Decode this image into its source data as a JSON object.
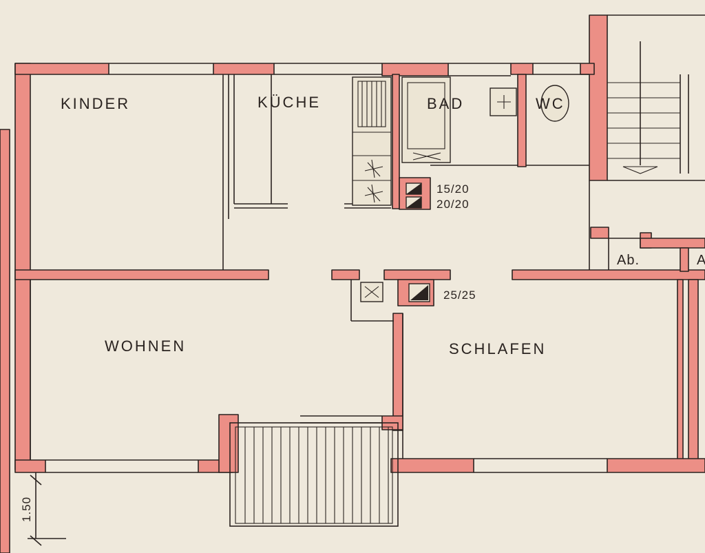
{
  "rooms": {
    "kinder": "KINDER",
    "kueche": "KÜCHE",
    "bad": "BAD",
    "wc": "WC",
    "wohnen": "WOHNEN",
    "schlafen": "SCHLAFEN",
    "abstell_1": "Ab.",
    "abstell_2": "A"
  },
  "flues": {
    "kitchen_upper": "15/20",
    "kitchen_lower": "20/20",
    "hall": "25/25"
  },
  "dimension": "1.50",
  "colors": {
    "paper": "#efe9dc",
    "wall_fill": "#ec8f86",
    "ink": "#2a2320"
  }
}
